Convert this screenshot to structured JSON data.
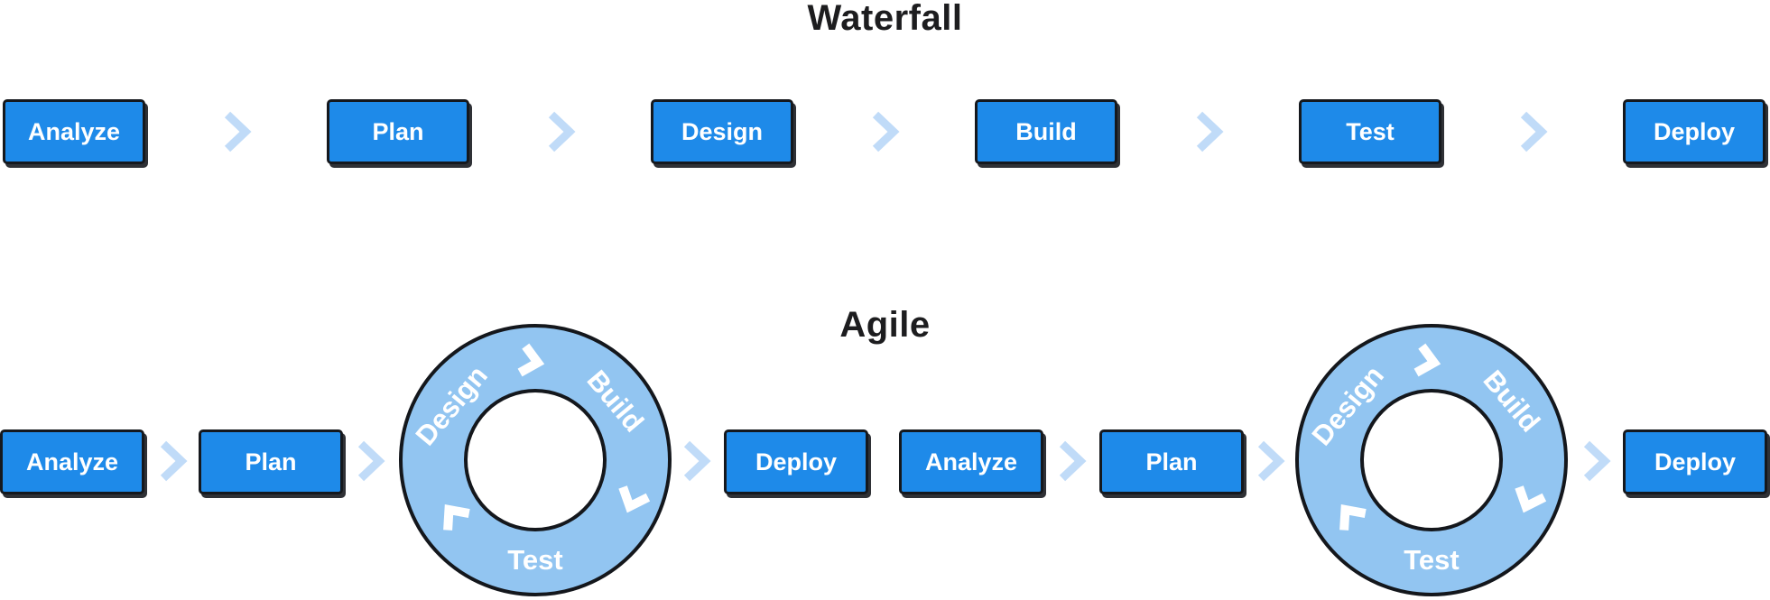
{
  "titles": {
    "waterfall": "Waterfall",
    "agile": "Agile"
  },
  "waterfall": {
    "steps": [
      "Analyze",
      "Plan",
      "Design",
      "Build",
      "Test",
      "Deploy"
    ]
  },
  "agile": {
    "boxes": [
      "Analyze",
      "Plan",
      "Deploy",
      "Analyze",
      "Plan",
      "Deploy"
    ],
    "cycle": {
      "design": "Design",
      "build": "Build",
      "test": "Test"
    }
  },
  "icons": {
    "flow_arrow": "chevron-right-icon",
    "cycle_arrows": "chevron-clockwise-icon"
  },
  "colors": {
    "box_fill": "#1E8AE9",
    "box_border": "#15181D",
    "box_text": "#FFFFFF",
    "flow_chevron": "#C0DBF8",
    "ring_fill": "#92C5F1",
    "ring_border": "#14171C",
    "ring_text": "#FFFFFF",
    "title_text": "#1D1D1F",
    "background": "#FFFFFF"
  }
}
